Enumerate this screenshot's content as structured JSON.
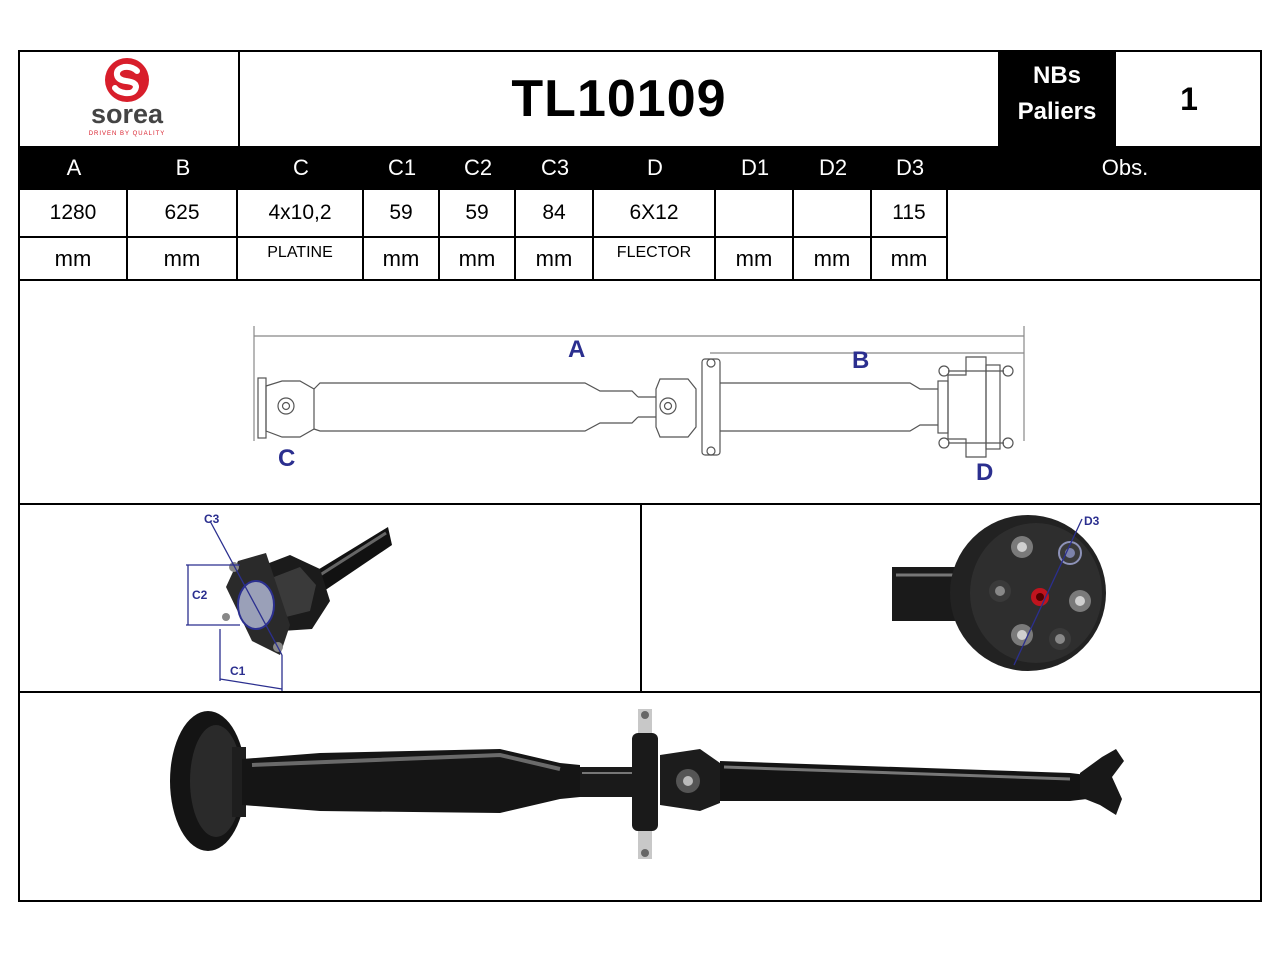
{
  "header": {
    "brand": "sorea",
    "brand_tagline": "DRIVEN BY QUALITY",
    "part_number": "TL10109",
    "nbs_line1": "NBs",
    "nbs_line2": "Paliers",
    "nbs_value": "1"
  },
  "spec_table": {
    "columns": [
      {
        "key": "A",
        "value": "1280",
        "unit": "mm"
      },
      {
        "key": "B",
        "value": "625",
        "unit": "mm"
      },
      {
        "key": "C",
        "value": "4x10,2",
        "unit": "PLATINE"
      },
      {
        "key": "C1",
        "value": "59",
        "unit": "mm"
      },
      {
        "key": "C2",
        "value": "59",
        "unit": "mm"
      },
      {
        "key": "C3",
        "value": "84",
        "unit": "mm"
      },
      {
        "key": "D",
        "value": "6X12",
        "unit": "FLECTOR"
      },
      {
        "key": "D1",
        "value": "",
        "unit": "mm"
      },
      {
        "key": "D2",
        "value": "",
        "unit": "mm"
      },
      {
        "key": "D3",
        "value": "115",
        "unit": "mm"
      }
    ],
    "obs_label": "Obs.",
    "obs_value": ""
  },
  "diagram": {
    "label_a": "A",
    "label_b": "B",
    "label_c": "C",
    "label_d": "D"
  },
  "detail_left": {
    "label_c1": "C1",
    "label_c2": "C2",
    "label_c3": "C3"
  },
  "detail_right": {
    "label_d3": "D3"
  },
  "colors": {
    "brand_red": "#d81e2b",
    "annotation_blue": "#2b2f8f",
    "black": "#000000"
  }
}
